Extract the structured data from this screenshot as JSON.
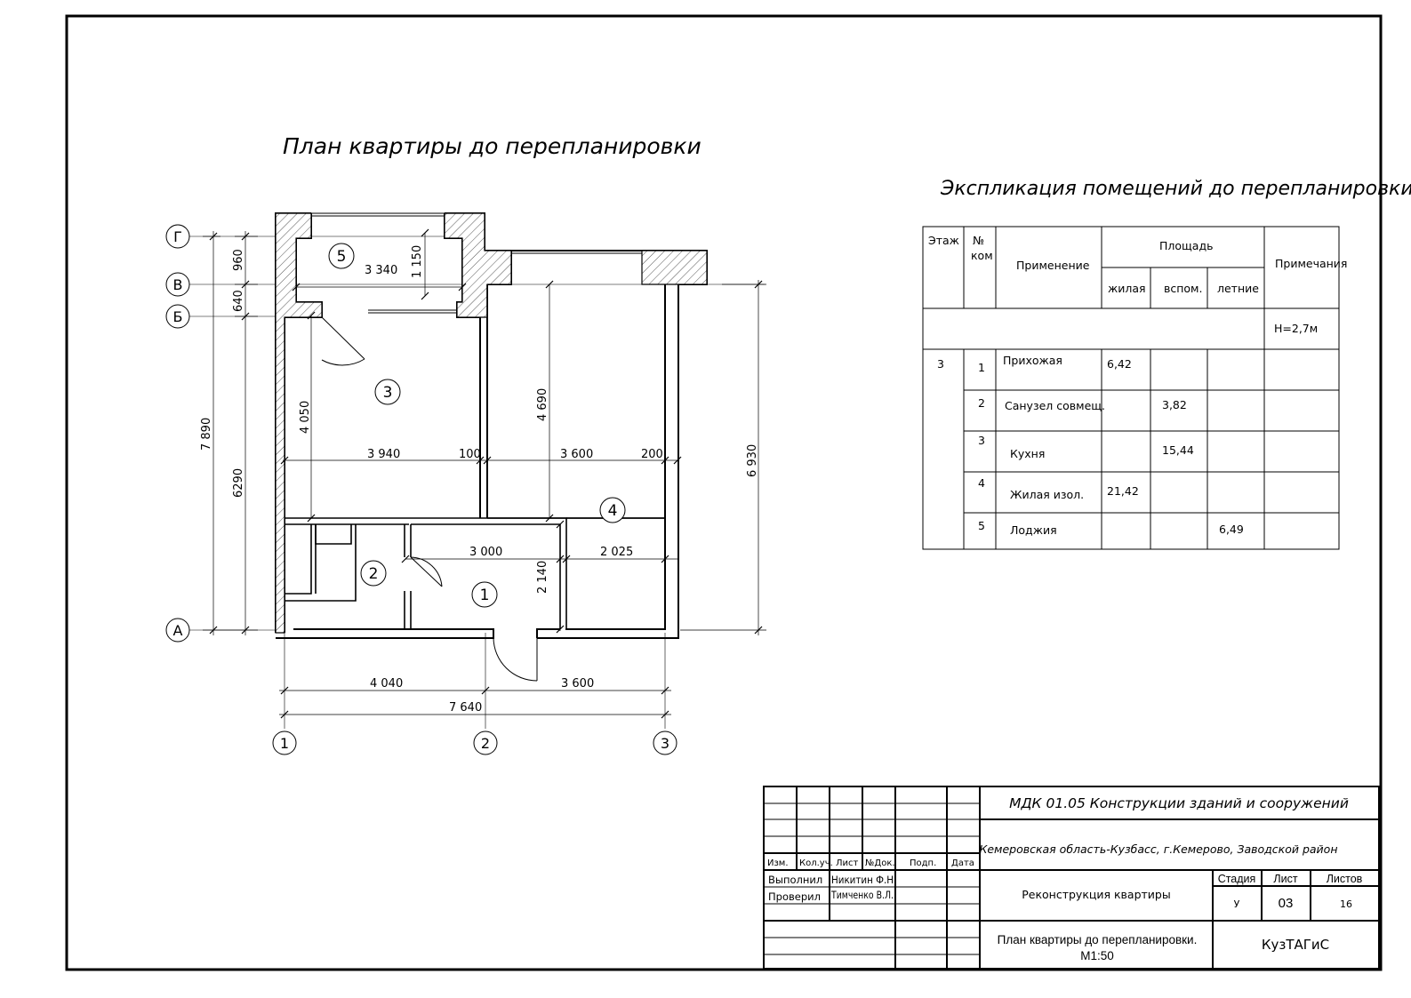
{
  "plan_title": "План квартиры до перепланировки",
  "explication_title": "Экспликация помещений до перепланировки",
  "axes": {
    "rows": [
      "Г",
      "В",
      "Б",
      "А"
    ],
    "cols": [
      "1",
      "2",
      "3"
    ]
  },
  "rooms": [
    "1",
    "2",
    "3",
    "4",
    "5"
  ],
  "dims": {
    "d960": "960",
    "d640": "640",
    "d7890": "7 890",
    "d6290": "6290",
    "d6930": "6 930",
    "d3340": "3 340",
    "d1150": "1 150",
    "d4050": "4 050",
    "d4690": "4 690",
    "d3940": "3 940",
    "d100": "100",
    "d3600a": "3 600",
    "d200": "200",
    "d3000": "3 000",
    "d2025": "2 025",
    "d2140": "2 140",
    "d4040": "4 040",
    "d3600b": "3 600",
    "d7640": "7 640"
  },
  "explication": {
    "headers": {
      "floor": "Этаж",
      "num": "№",
      "num2": "ком",
      "use": "Применение",
      "area": "Площадь",
      "living": "жилая",
      "aux": "вспом.",
      "summer": "летние",
      "notes": "Примечания"
    },
    "height_note": "Н=2,7м",
    "floor_value": "3",
    "rows": [
      {
        "num": "1",
        "name": "Прихожая",
        "living": "6,42",
        "aux": "",
        "summer": ""
      },
      {
        "num": "2",
        "name": "Санузел совмещ.",
        "living": "",
        "aux": "3,82",
        "summer": ""
      },
      {
        "num": "3",
        "name": "Кухня",
        "living": "",
        "aux": "15,44",
        "summer": ""
      },
      {
        "num": "4",
        "name": "Жилая изол.",
        "living": "21,42",
        "aux": "",
        "summer": ""
      },
      {
        "num": "5",
        "name": "Лоджия",
        "living": "",
        "aux": "",
        "summer": "6,49"
      }
    ]
  },
  "stamp": {
    "course": "МДК 01.05 Конструкции зданий и сооружений",
    "location": "Кемеровская область-Кузбасс, г.Кемерово, Заводской район",
    "project": "Реконструкция квартиры",
    "drawing_line1": "План квартиры до перепланировки.",
    "drawing_line2": "М1:50",
    "org": "КузТАГиС",
    "cols": {
      "izm": "Изм.",
      "kol": "Кол.уч.",
      "list": "Лист",
      "ndoc": "№Док.",
      "podp": "Подп.",
      "data": "Дата"
    },
    "done_label": "Выполнил",
    "done_name": "Никитин Ф.Н",
    "check_label": "Проверил",
    "check_name": "Тимченко В.Л.",
    "stage_label": "Стадия",
    "sheet_label": "Лист",
    "sheets_label": "Листов",
    "stage_value": "У",
    "sheet_value": "03",
    "sheets_value": "16"
  }
}
